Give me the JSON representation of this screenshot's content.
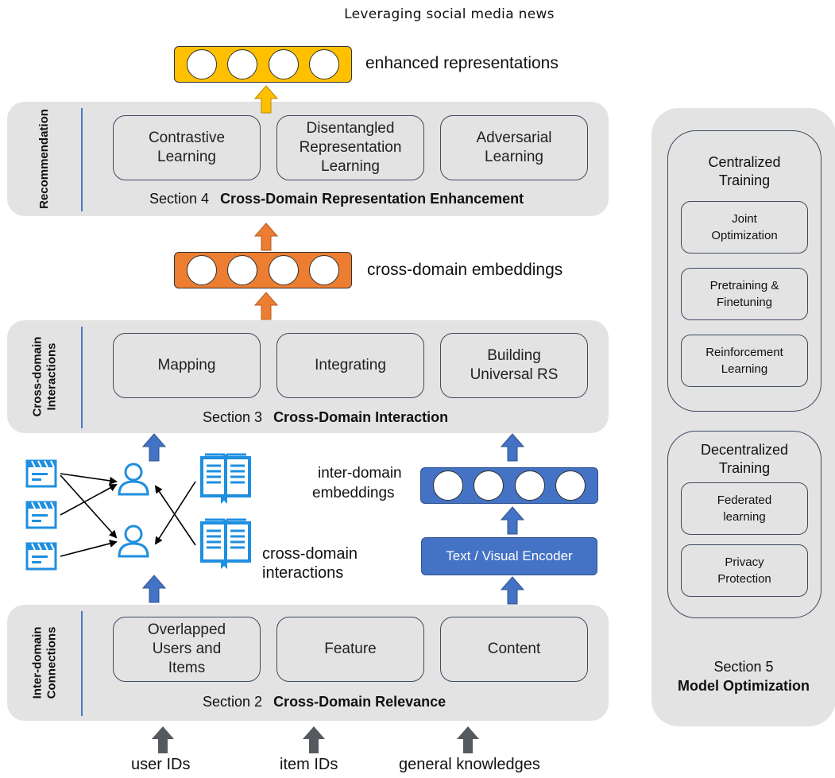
{
  "header": {
    "title": "Leveraging social media news"
  },
  "top_vector": {
    "label": "enhanced representations",
    "color": "#ffc000"
  },
  "mid_vector": {
    "label": "cross-domain embeddings",
    "color": "#ed7d31"
  },
  "inter_vector": {
    "label_line1": "inter-domain",
    "label_line2": "embeddings",
    "color": "#4472c4"
  },
  "recommendation": {
    "side_label": "Recommendation",
    "boxes": [
      "Contrastive Learning",
      "Disentangled Representation Learning",
      "Adversarial Learning"
    ],
    "section_num": "Section 4",
    "section_title": "Cross-Domain Representation Enhancement"
  },
  "interactions": {
    "side_label_line1": "Cross-domain",
    "side_label_line2": "Interactions",
    "boxes": [
      "Mapping",
      "Integrating",
      "Building Universal RS"
    ],
    "section_num": "Section 3",
    "section_title": "Cross-Domain Interaction"
  },
  "connections": {
    "side_label_line1": "Inter-domain",
    "side_label_line2": "Connections",
    "boxes": [
      "Overlapped Users and Items",
      "Feature",
      "Content"
    ],
    "section_num": "Section 2",
    "section_title": "Cross-Domain Relevance"
  },
  "middle": {
    "cross_domain_label_line1": "cross-domain",
    "cross_domain_label_line2": "interactions",
    "encoder_label": "Text / Visual Encoder"
  },
  "inputs": [
    "user IDs",
    "item IDs",
    "general knowledges"
  ],
  "optimization": {
    "centralized": {
      "title": "Centralized Training",
      "items": [
        "Joint Optimization",
        "Pretraining & Finetuning",
        "Reinforcement Learning"
      ]
    },
    "decentralized": {
      "title": "Decentralized Training",
      "items": [
        "Federated learning",
        "Privacy Protection"
      ]
    },
    "section_num": "Section 5",
    "section_title": "Model Optimization"
  },
  "icons": {
    "film": "clapperboard-icon",
    "user": "user-icon",
    "book": "book-icon",
    "arrow": "up-arrow-icon"
  },
  "colors": {
    "panel": "#e3e3e3",
    "blue_arrow": "#4472c4",
    "gray_arrow": "#555a60",
    "accent_line": "#4a74c9"
  }
}
